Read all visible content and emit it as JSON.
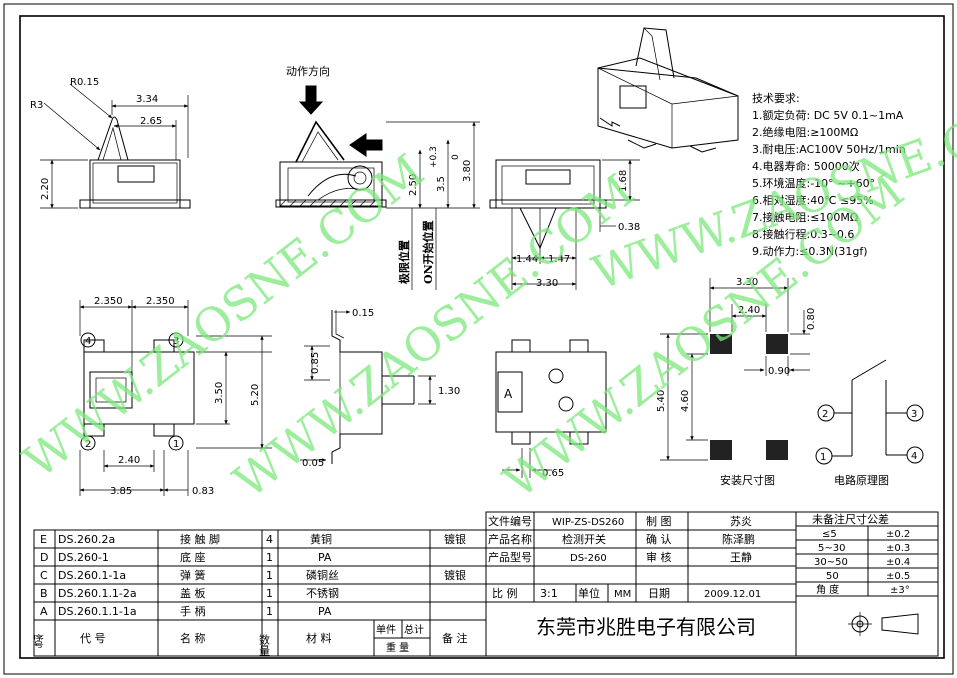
{
  "watermark": "WWW.ZAOSNE.COM",
  "top_view": {
    "r1": "R0.15",
    "r2": "R3",
    "d_334": "3.34",
    "d_265": "2.65",
    "d_220": "2.20"
  },
  "action_view": {
    "direction": "动作方向",
    "d_250": "2.50",
    "d_35": "3.5",
    "d_pm": "+0.3",
    "d_0": "0",
    "d_380": "3.80",
    "limit": "极限位置",
    "on_start": "ON开始位置"
  },
  "front_view": {
    "d_168": "1.68",
    "d_038": "0.38",
    "d_144": "1.44",
    "d_147": "1.47",
    "d_330": "3.30"
  },
  "specs": {
    "title": "技术要求:",
    "items": [
      "1.额定负荷: DC 5V  0.1~1mA",
      "2.绝缘电阻:≥100MΩ",
      "3.耐电压:AC100V 50Hz/1min",
      "4.电器寿命: 50000次",
      "5.环境温度:-10° ~+60°",
      "6.相对湿度:40℃  ≤95%",
      "7.接触电阻:≤100MΩ",
      "8.接触行程:0.3~0.6",
      "9.动作力:≤0.3N(31gf)"
    ]
  },
  "bottom_view": {
    "d_2350a": "2.350",
    "d_2350b": "2.350",
    "d_350": "3.50",
    "d_520": "5.20",
    "d_240": "2.40",
    "d_385": "3.85",
    "d_083": "0.83",
    "pin1": "1",
    "pin2": "2",
    "pin3": "3",
    "pin4": "4"
  },
  "side_view": {
    "d_015": "0.15",
    "d_085": "0.85",
    "d_130": "1.30",
    "d_005": "0.05"
  },
  "back_view": {
    "mark": "A",
    "d_065": "0.65"
  },
  "footprint": {
    "d_330": "3.30",
    "d_240": "2.40",
    "d_080": "0.80",
    "d_090": "0.90",
    "d_540": "5.40",
    "d_460": "4.60",
    "caption": "安装尺寸图"
  },
  "circuit": {
    "pins": [
      "1",
      "2",
      "3",
      "4"
    ],
    "caption": "电路原理图"
  },
  "parts_table": {
    "rows": [
      {
        "seq": "E",
        "code": "DS.260.2a",
        "name": "接 触 脚",
        "qty": "4",
        "material": "黄铜",
        "note": "镀银"
      },
      {
        "seq": "D",
        "code": "DS.260-1",
        "name": "底    座",
        "qty": "1",
        "material": "PA",
        "note": ""
      },
      {
        "seq": "C",
        "code": "DS.260.1-1a",
        "name": "弹    簧",
        "qty": "1",
        "material": "磷铜丝",
        "note": "镀银"
      },
      {
        "seq": "B",
        "code": "DS.260.1.1-2a",
        "name": "盖    板",
        "qty": "1",
        "material": "不锈钢",
        "note": ""
      },
      {
        "seq": "A",
        "code": "DS.260.1.1-1a",
        "name": "手    柄",
        "qty": "1",
        "material": "PA",
        "note": ""
      }
    ],
    "header": {
      "seq": "序号",
      "code": "代    号",
      "name": "名    称",
      "qty": "数量",
      "material": "材    料",
      "unit": "单件",
      "total": "总计",
      "weight": "重  量",
      "note": "备 注"
    }
  },
  "title_block": {
    "doc_no_label": "文件编号",
    "doc_no": "WIP-ZS-DS260",
    "draw_label": "制  图",
    "draw": "苏炎",
    "name_label": "产品名称",
    "name": "检测开关",
    "confirm_label": "确  认",
    "confirm": "陈泽鹏",
    "model_label": "产品型号",
    "model": "DS-260",
    "check_label": "审  核",
    "check": "王静",
    "scale_label": "比  例",
    "scale": "3:1",
    "unit_label": "单位",
    "unit": "MM",
    "date_label": "日期",
    "date": "2009.12.01",
    "company": "东莞市兆胜电子有限公司"
  },
  "tolerance": {
    "title": "未备注尺寸公差",
    "rows": [
      [
        "≤5",
        "±0.2"
      ],
      [
        "5~30",
        "±0.3"
      ],
      [
        "30~50",
        "±0.4"
      ],
      [
        "50",
        "±0.5"
      ],
      [
        "角  度",
        "±3°"
      ]
    ]
  }
}
